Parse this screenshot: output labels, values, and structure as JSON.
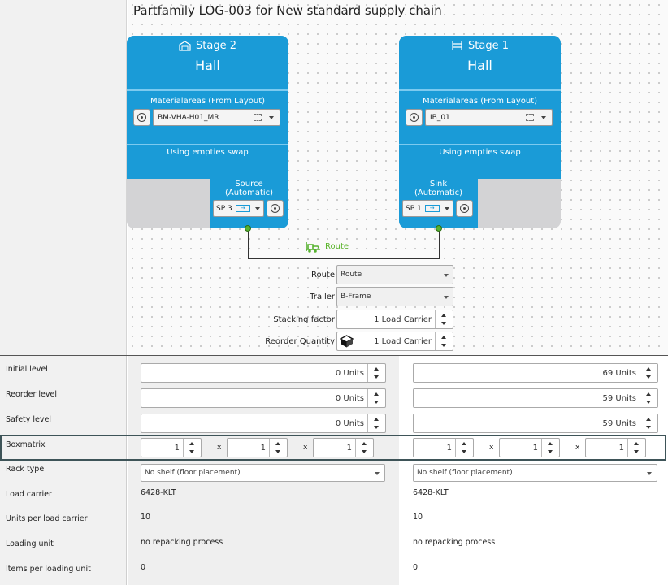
{
  "title": "Partfamily LOG-003 for New standard supply chain",
  "stages": {
    "left": {
      "name": "Stage 2",
      "type": "Hall",
      "materialareas_label": "Materialareas (From Layout)",
      "materialarea": "BM-VHA-H01_MR",
      "empties": "Using empties swap",
      "port_title": "Source",
      "port_mode": "(Automatic)",
      "port_sp": "SP 3",
      "icon": "hall-icon"
    },
    "right": {
      "name": "Stage 1",
      "type": "Hall",
      "materialareas_label": "Materialareas (From Layout)",
      "materialarea": "IB_01",
      "empties": "Using empties swap",
      "port_title": "Sink",
      "port_mode": "(Automatic)",
      "port_sp": "SP 1",
      "icon": "rack-icon"
    }
  },
  "route": {
    "connector_label": "Route",
    "route_label": "Route",
    "route_value": "Route",
    "trailer_label": "Trailer",
    "trailer_value": "B-Frame",
    "stacking_label": "Stacking factor",
    "stacking_value": "1 Load Carrier",
    "reorder_label": "Reorder Quantity",
    "reorder_value": "1 Load Carrier"
  },
  "table": {
    "labels": {
      "initial": "Initial level",
      "reorder": "Reorder level",
      "safety": "Safety level",
      "boxmatrix": "Boxmatrix",
      "rack": "Rack type",
      "carrier": "Load carrier",
      "units_per": "Units per load carrier",
      "loading_unit": "Loading unit",
      "items_per": "Items per loading unit"
    },
    "left": {
      "initial": "0 Units",
      "reorder": "0 Units",
      "safety": "0 Units",
      "box": [
        "1",
        "1",
        "1"
      ],
      "rack": "No shelf (floor placement)",
      "carrier": "6428-KLT",
      "units_per": "10",
      "loading_unit": "no repacking process",
      "items_per": "0"
    },
    "right": {
      "initial": "69 Units",
      "reorder": "59 Units",
      "safety": "59 Units",
      "box": [
        "1",
        "1",
        "1"
      ],
      "rack": "No shelf (floor placement)",
      "carrier": "6428-KLT",
      "units_per": "10",
      "loading_unit": "no repacking process",
      "items_per": "0"
    },
    "x_symbol": "x"
  },
  "colors": {
    "stage_blue": "#1a9bd7",
    "route_green": "#57b230",
    "highlight_border": "#3e5458"
  }
}
